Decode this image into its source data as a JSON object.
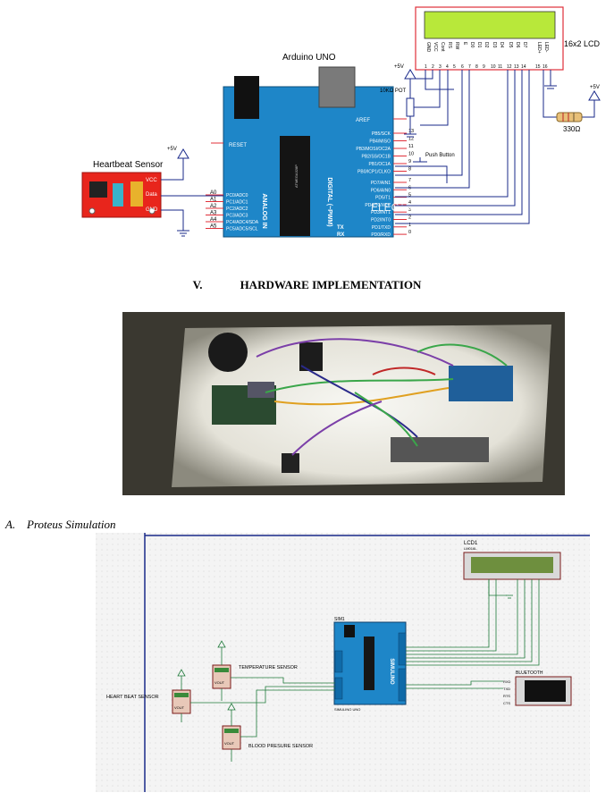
{
  "schematic": {
    "arduino_title": "Arduino UNO",
    "lcd_title": "16x2 LCD",
    "sensor_title": "Heartbeat Sensor",
    "sensor_pins": [
      "VCC",
      "Data",
      "GND"
    ],
    "vcc_label": "+5V",
    "pot_label": "10KΩ POT",
    "pushbutton_label": "Push Button",
    "resistor_label": "330Ω",
    "aref_label": "AREF",
    "reset_label": "RESET",
    "analog_pins": [
      "A0",
      "A1",
      "A2",
      "A3",
      "A4",
      "A5"
    ],
    "analog_funcs": [
      "PC0/ADC0",
      "PC1/ADC1",
      "PC2/ADC2",
      "PC3/ADC3",
      "PC4/ADC4/SDA",
      "PC5/ADC5/SCL"
    ],
    "digital_funcs_top": [
      "PB5/SCK",
      "PB4/MISO",
      "PB3/MOSI/OC2A",
      "PB2/SS/OC1B",
      "PB1/OC1A",
      "PB0/ICP1/CLKO"
    ],
    "digital_nums_top": [
      "13",
      "12",
      "11",
      "10",
      "9",
      "8"
    ],
    "digital_funcs_bottom": [
      "PD7/AIN1",
      "PD6/AIN0",
      "PD5/T1",
      "PD4/T0/XCK",
      "PD3/INT1",
      "PD2/INT0",
      "PD1/TXD",
      "PD0/RXD"
    ],
    "digital_nums_bottom": [
      "7",
      "6",
      "5",
      "4",
      "3",
      "2",
      "1",
      "0"
    ],
    "tx_label": "TX",
    "rx_label": "RX",
    "analog_in_label": "ANALOG IN",
    "digital_label": "DIGITAL (~PWM)",
    "chip_label": "ATMEGA328P",
    "lcd_pin_labels": [
      "GND",
      "VCC",
      "Cont",
      "RS",
      "RW",
      "E",
      "D0",
      "D1",
      "D2",
      "D3",
      "D4",
      "D5",
      "D6",
      "D7",
      "LED+",
      "LED-"
    ],
    "lcd_pin_nums": [
      "1",
      "2",
      "3",
      "4",
      "5",
      "6",
      "7",
      "8",
      "9",
      "10",
      "11",
      "12",
      "13",
      "14",
      "15",
      "16"
    ],
    "watermark": "ELECTRONICSHUB"
  },
  "section": {
    "number": "V.",
    "title": "HARDWARE IMPLEMENTATION"
  },
  "subsection": {
    "letter": "A.",
    "title": "Proteus Simulation"
  },
  "proteus": {
    "lcd_ref": "LCD1",
    "lcd_part": "LM016L",
    "arduino_ref": "SIM1",
    "arduino_part": "SIMULINO UNO",
    "arduino_brand": "SIMULINO",
    "bluetooth_label": "BLUETOOTH",
    "bt_pins": [
      "RXD",
      "TXD",
      "RTS",
      "CTS"
    ],
    "temp_label": "TEMPERATURE SENSOR",
    "heart_label": "HEART BEAT SENSOR",
    "bp_label": "BLOOD PRESURE SENSOR",
    "vout_label": "VOUT"
  },
  "colors": {
    "lcd_screen": "#b8e83a",
    "sensor_board": "#e8251c",
    "arduino_board": "#1e86c8",
    "arduino_dark": "#0f6aa8",
    "schematic_wire": "#1a2a8a",
    "proteus_wire": "#1f7a3a",
    "proteus_lcd": "#6e8f3e"
  }
}
